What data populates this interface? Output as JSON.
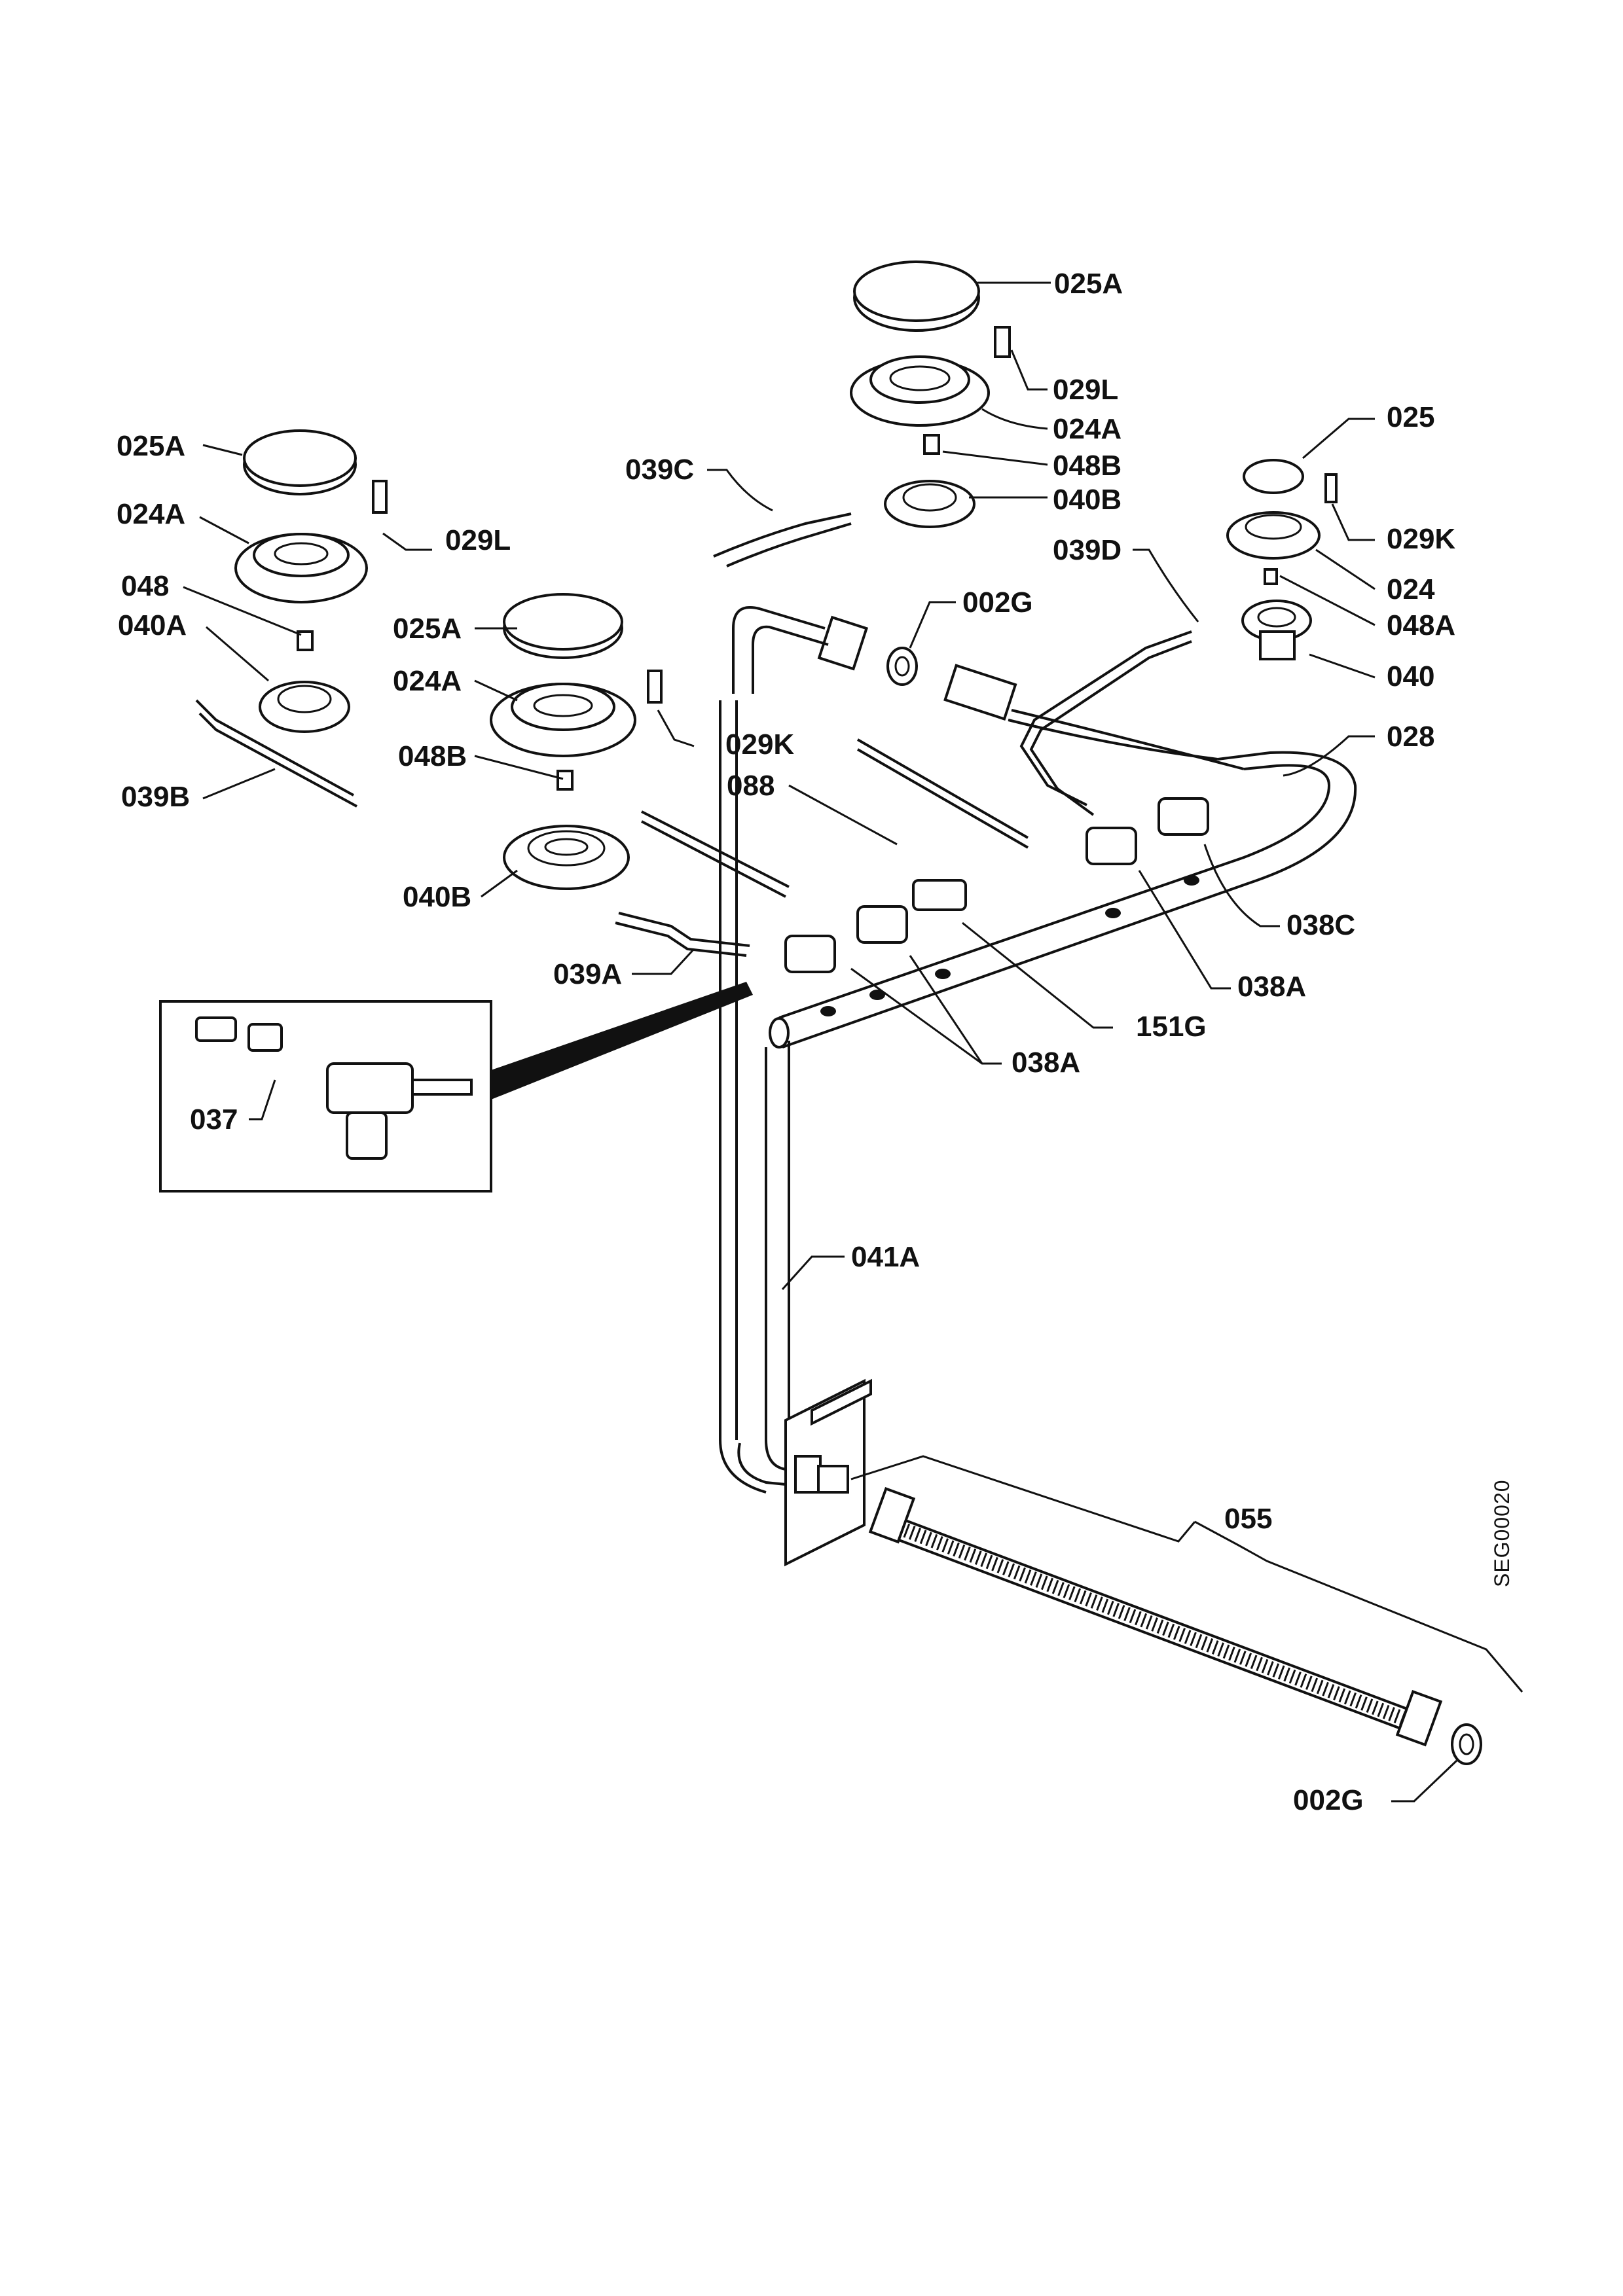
{
  "diagram": {
    "drawing_code": "SEG00020",
    "labels": {
      "025A_right": "025A",
      "029L_right": "029L",
      "024A_right": "024A",
      "048B_right": "048B",
      "040B_right": "040B",
      "025": "025",
      "029K_right": "029K",
      "024": "024",
      "048A": "048A",
      "040": "040",
      "039C": "039C",
      "039D": "039D",
      "002G_top": "002G",
      "028": "028",
      "025A_left": "025A",
      "024A_left": "024A",
      "029L_left": "029L",
      "048": "048",
      "040A": "040A",
      "039B": "039B",
      "025A_mid": "025A",
      "024A_mid": "024A",
      "029K_mid": "029K",
      "048B_mid": "048B",
      "040B_mid": "040B",
      "088": "088",
      "039A": "039A",
      "038C": "038C",
      "038A_right": "038A",
      "151G": "151G",
      "038A_bottom": "038A",
      "037": "037",
      "041A": "041A",
      "055": "055",
      "002G_bottom": "002G"
    }
  }
}
